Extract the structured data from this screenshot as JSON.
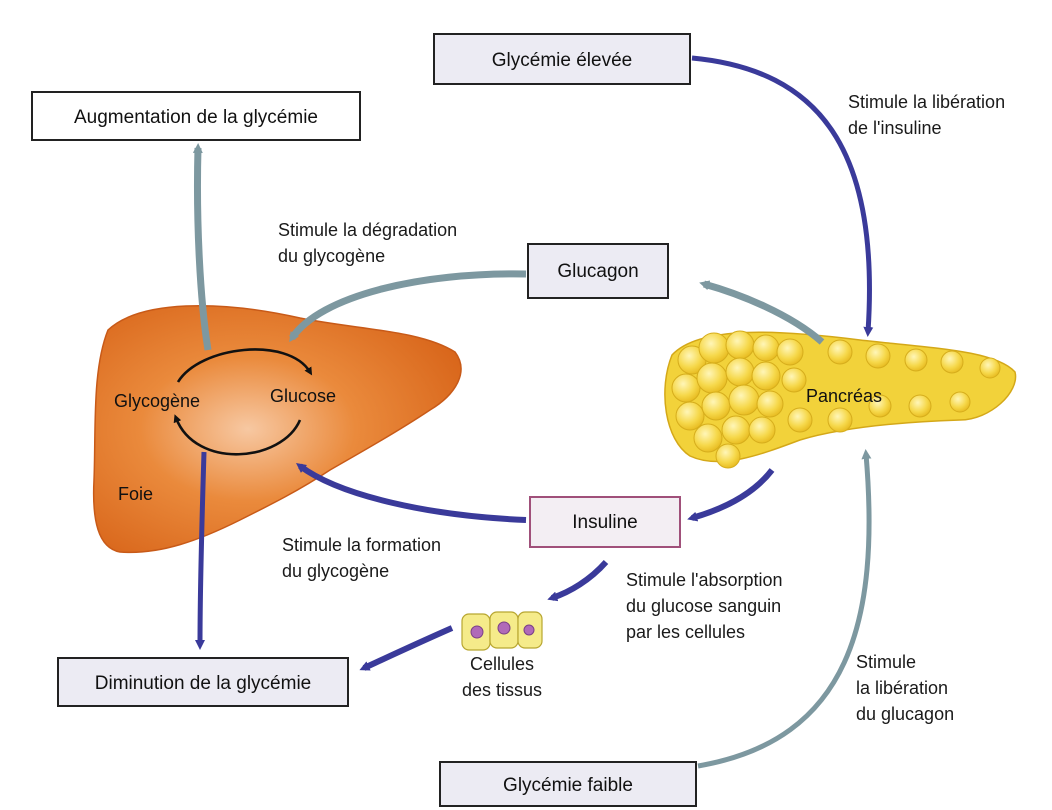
{
  "boxes": {
    "glycemie_elevee": "Glycémie élevée",
    "augmentation": "Augmentation de la glycémie",
    "glucagon": "Glucagon",
    "insuline": "Insuline",
    "diminution": "Diminution de la glycémie",
    "glycemie_faible": "Glycémie faible"
  },
  "organs": {
    "foie": "Foie",
    "pancreas": "Pancréas",
    "glycogene": "Glycogène",
    "glucose": "Glucose"
  },
  "labels": {
    "stim_insuline_1": "Stimule la libération",
    "stim_insuline_2": "de l'insuline",
    "stim_degradation_1": "Stimule la dégradation",
    "stim_degradation_2": "du glycogène",
    "stim_formation_1": "Stimule la formation",
    "stim_formation_2": "du glycogène",
    "stim_absorption_1": "Stimule l'absorption",
    "stim_absorption_2": "du glucose sanguin",
    "stim_absorption_3": "par les cellules",
    "cellules_1": "Cellules",
    "cellules_2": "des tissus",
    "stim_glucagon_1": "Stimule",
    "stim_glucagon_2": "la libération",
    "stim_glucagon_3": "du glucagon"
  },
  "colors": {
    "blue_arrow": "#3a3a9a",
    "gray_arrow": "#7d98a0",
    "liver": "#e2741f",
    "pancreas": "#f0cc2e",
    "box_fill": "#ecebf3",
    "insuline_border": "#a0507a"
  }
}
